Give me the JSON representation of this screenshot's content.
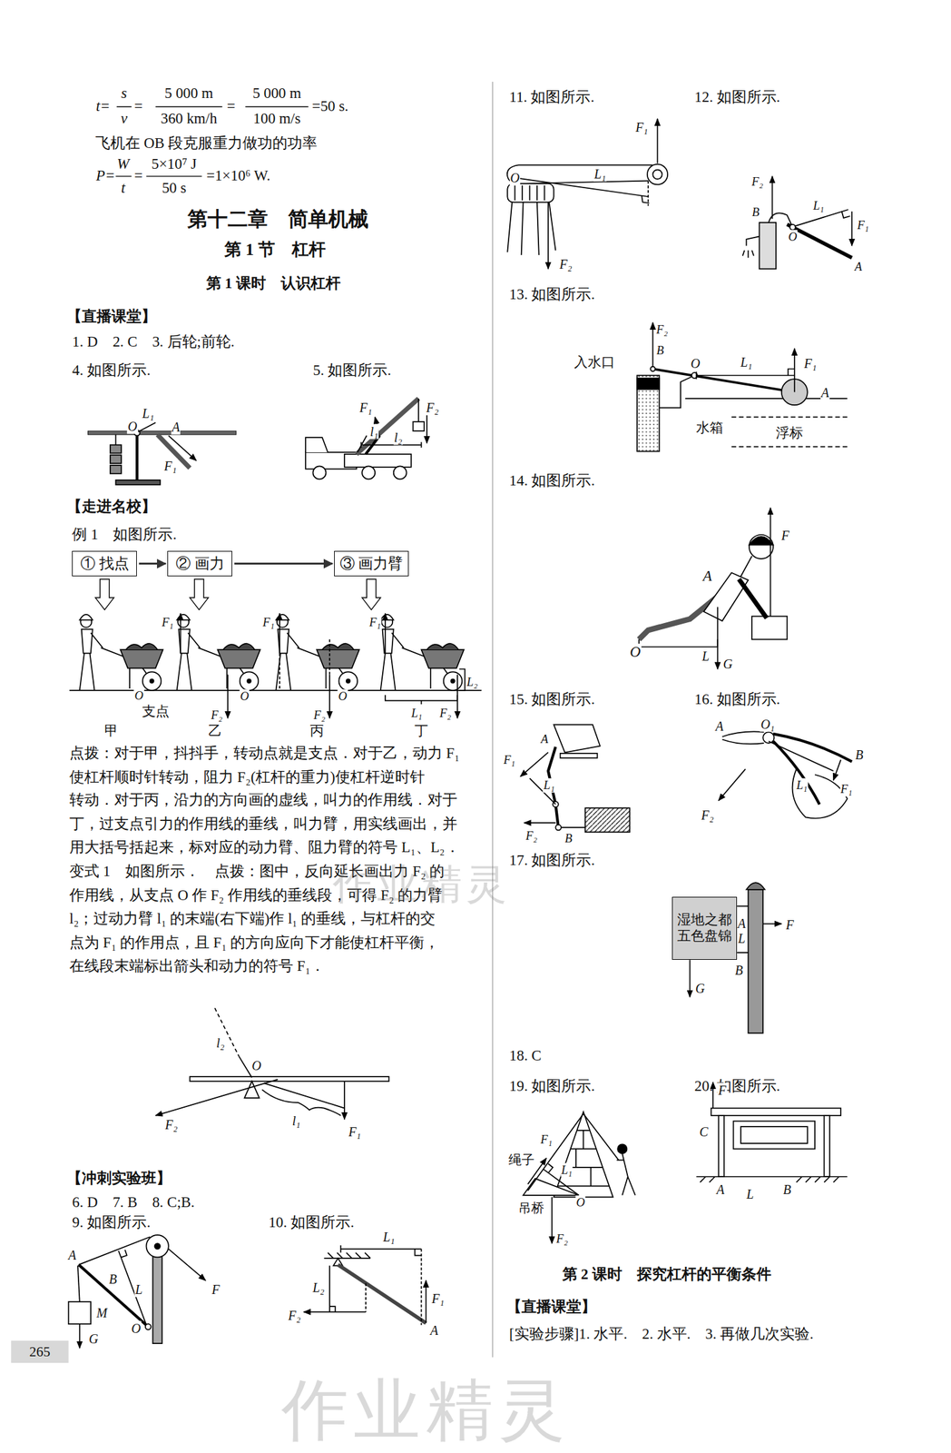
{
  "diagram": {
    "nodes": [
      {
        "text": [
          "① 找点"
        ]
      },
      {
        "text": [
          "② 画力"
        ]
      },
      {
        "text": [
          "③ 画力臂"
        ]
      },
      {
        "text": [
          "湿地之都 五色盘锦"
        ]
      }
    ],
    "edges": [
      {
        "from": 0,
        "to": 1,
        "arrow": "to"
      },
      {
        "from": 1,
        "to": 2,
        "arrow": "to"
      }
    ],
    "labels": [
      "t=",
      "s",
      "v",
      "=",
      "5 000 m",
      "360 km/h",
      "=",
      "5 000 m",
      "100 m/s",
      "=50 s.",
      "飞机在 OB 段克服重力做功的功率",
      "P=",
      "W",
      "t",
      "=",
      "5×10⁷ J",
      "50 s",
      "=1×10⁶ W.",
      "第十二章　简单机械",
      "第 1 节　杠杆",
      "第 1 课时　认识杠杆",
      "【直播课堂】",
      "1. D　2. C　3. 后轮;前轮.",
      "4. 如图所示.",
      "5. 如图所示.",
      "O",
      "L₁",
      "A",
      "F₁",
      "F₁",
      "F₂",
      "l₁",
      "l₂",
      "【走进名校】",
      "例 1　如图所示.",
      "O",
      "支点",
      "甲",
      "F₁",
      "O",
      "F₂",
      "乙",
      "F₁",
      "O",
      "F₂",
      "丙",
      "F₁",
      "L₂",
      "L₁",
      "F₂",
      "丁",
      "点拨：对于甲，抖抖手，转动点就是支点．对于乙，动力 F₁",
      "使杠杆顺时针转动，阻力 F₂(杠杆的重力)使杠杆逆时针",
      "转动．对于丙，沿力的方向画的虚线，叫力的作用线．对于",
      "丁，过支点引力的作用线的垂线，叫力臂，用实线画出，并",
      "用大括号括起来，标对应的动力臂、阻力臂的符号 L₁、L₂．",
      "变式 1　如图所示．　点拨：图中，反向延长画出力 F₂ 的",
      "作用线，从支点 O 作 F₂ 作用线的垂线段，可得 F₂ 的力臂",
      "l₂；过动力臂 l₁ 的末端(右下端)作 l₁ 的垂线，与杠杆的交",
      "点为 F₁ 的作用点，且 F₁ 的方向应向下才能使杠杆平衡，",
      "在线段末端标出箭头和动力的符号 F₁．",
      "l₂",
      "O",
      "F₂",
      "l₁",
      "F₁",
      "【冲刺实验班】",
      "6. D　7. B　8. C;B.",
      "9. 如图所示.",
      "10. 如图所示.",
      "A",
      "B",
      "L",
      "M",
      "G",
      "O",
      "F",
      "L₁",
      "L₂",
      "F₂",
      "F₁",
      "A",
      "265",
      "11. 如图所示.",
      "12. 如图所示.",
      "F₁",
      "O",
      "L₁",
      "F₂",
      "F₂",
      "B",
      "L₁",
      "O",
      "F₁",
      "A",
      "13. 如图所示.",
      "F₂",
      "B",
      "入水口",
      "O",
      "L₁",
      "F₁",
      "A",
      "水箱",
      "浮标",
      "14. 如图所示.",
      "F",
      "A",
      "O",
      "L",
      "G",
      "15. 如图所示.",
      "16. 如图所示.",
      "A",
      "F₁",
      "L₁",
      "F₂",
      "B",
      "A",
      "O₁",
      "B",
      "L₁",
      "F₁",
      "F₂",
      "17. 如图所示.",
      "A",
      "F",
      "L",
      "B",
      "G",
      "18. C",
      "19. 如图所示.",
      "20. 如图所示.",
      "绳子",
      "F₁",
      "L₁",
      "吊桥",
      "O",
      "F₂",
      "F",
      "C",
      "A",
      "L",
      "B",
      "第 2 课时　探究杠杆的平衡条件",
      "【直播课堂】",
      "[实验步骤]1. 水平.　2. 水平.　3. 再做几次实验.",
      "作业精灵",
      "作业精灵"
    ]
  }
}
